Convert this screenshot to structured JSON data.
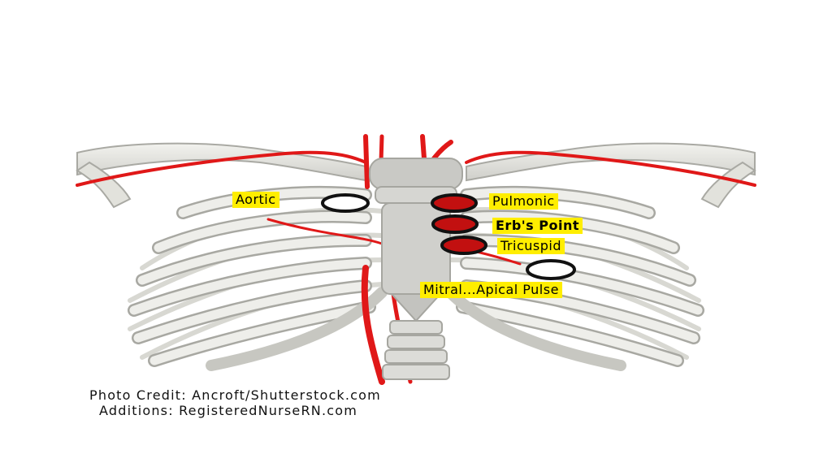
{
  "labels": {
    "aortic": "Aortic",
    "pulmonic": "Pulmonic",
    "erbs": "Erb's Point",
    "tricuspid": "Tricuspid",
    "mitral": "Mitral...Apical Pulse"
  },
  "credits": {
    "line1": "Photo Credit: Ancroft/Shutterstock.com",
    "line2": "Additions: RegisteredNurseRN.com"
  },
  "colors": {
    "background": "#ffffff",
    "bone": "#e6e6e2",
    "bone_shadow": "#b9b9b4",
    "artery": "#e01818",
    "label_bg": "#ffee00",
    "marker_ring": "#111111",
    "marker_fill": "#c21010"
  }
}
